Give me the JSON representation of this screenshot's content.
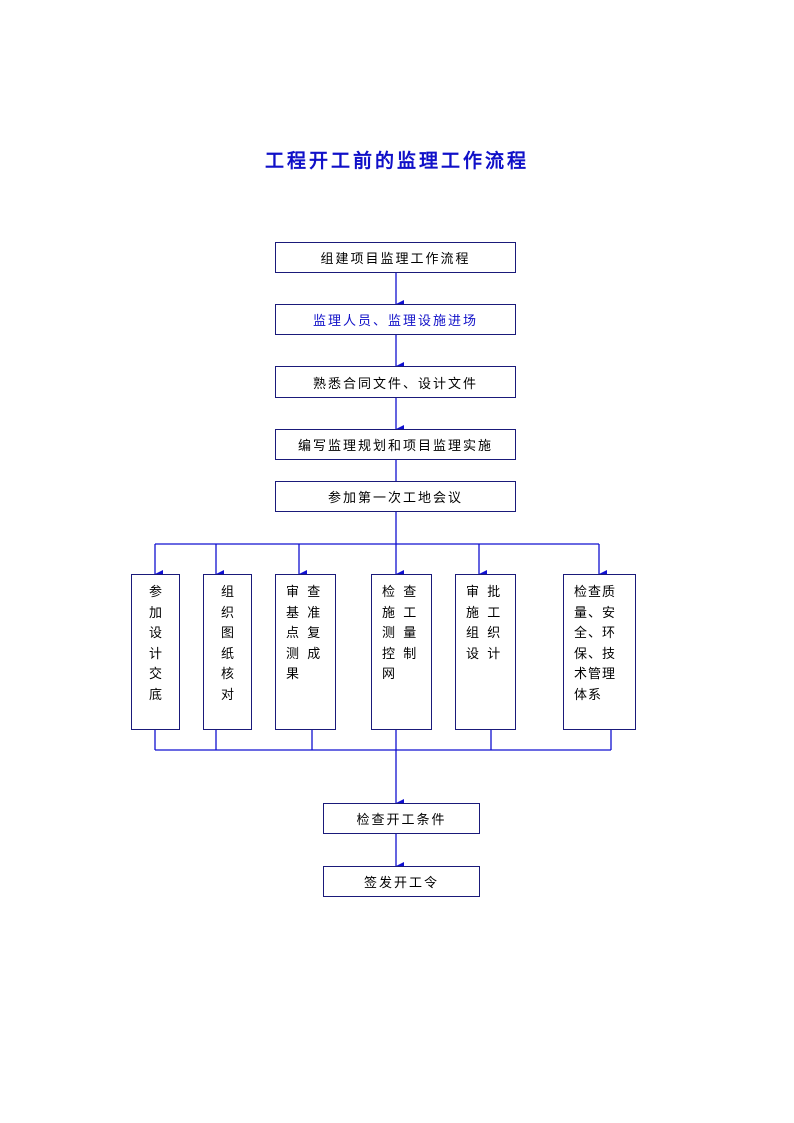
{
  "title": "工程开工前的监理工作流程",
  "steps": [
    "组建项目监理工作流程",
    "监理人员、监理设施进场",
    "熟悉合同文件、设计文件",
    "编写监理规划和项目监理实施",
    "参加第一次工地会议"
  ],
  "branches": [
    {
      "lines": [
        "参",
        "加",
        "设",
        "计",
        "交",
        "底"
      ]
    },
    {
      "lines": [
        "组",
        "织",
        "图",
        "纸",
        "核",
        "对"
      ]
    },
    {
      "lines": [
        "审  查",
        "基  准",
        "点  复",
        "测  成",
        "果"
      ]
    },
    {
      "lines": [
        "检  查",
        "施  工",
        "测  量",
        "控  制",
        "网"
      ]
    },
    {
      "lines": [
        "审  批",
        "施  工",
        "组  织",
        "设  计"
      ]
    },
    {
      "lines": [
        "检查质",
        "量、安",
        "全、环",
        "保、技",
        "术管理",
        "体系"
      ]
    }
  ],
  "final_steps": [
    "检查开工条件",
    "签发开工令"
  ],
  "colors": {
    "title": "#1010c8",
    "connector": "#1010d0",
    "border": "#1a1a7a"
  }
}
